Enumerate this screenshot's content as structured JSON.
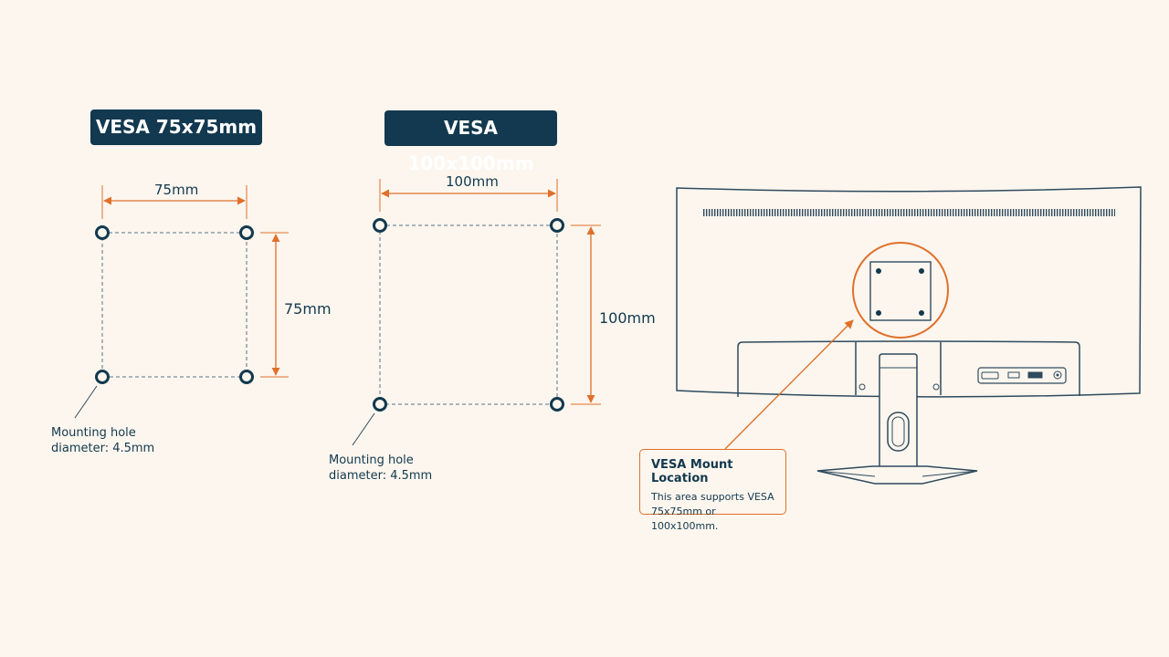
{
  "badges": {
    "vesa75": "VESA 75x75mm",
    "vesa100": "VESA 100x100mm"
  },
  "dimensions": {
    "vesa75_width": "75mm",
    "vesa75_height": "75mm",
    "vesa100_width": "100mm",
    "vesa100_height": "100mm"
  },
  "notes": {
    "vesa75_hole_line1": "Mounting hole",
    "vesa75_hole_line2": "diameter: 4.5mm",
    "vesa100_hole_line1": "Mounting hole",
    "vesa100_hole_line2": "diameter: 4.5mm"
  },
  "callout": {
    "title": "VESA Mount Location",
    "body": "This area supports VESA 75x75mm or 100x100mm."
  },
  "colors": {
    "background": "#fcf6ee",
    "navy": "#12394f",
    "accent": "#e0702b",
    "line": "#2e4a5e"
  }
}
